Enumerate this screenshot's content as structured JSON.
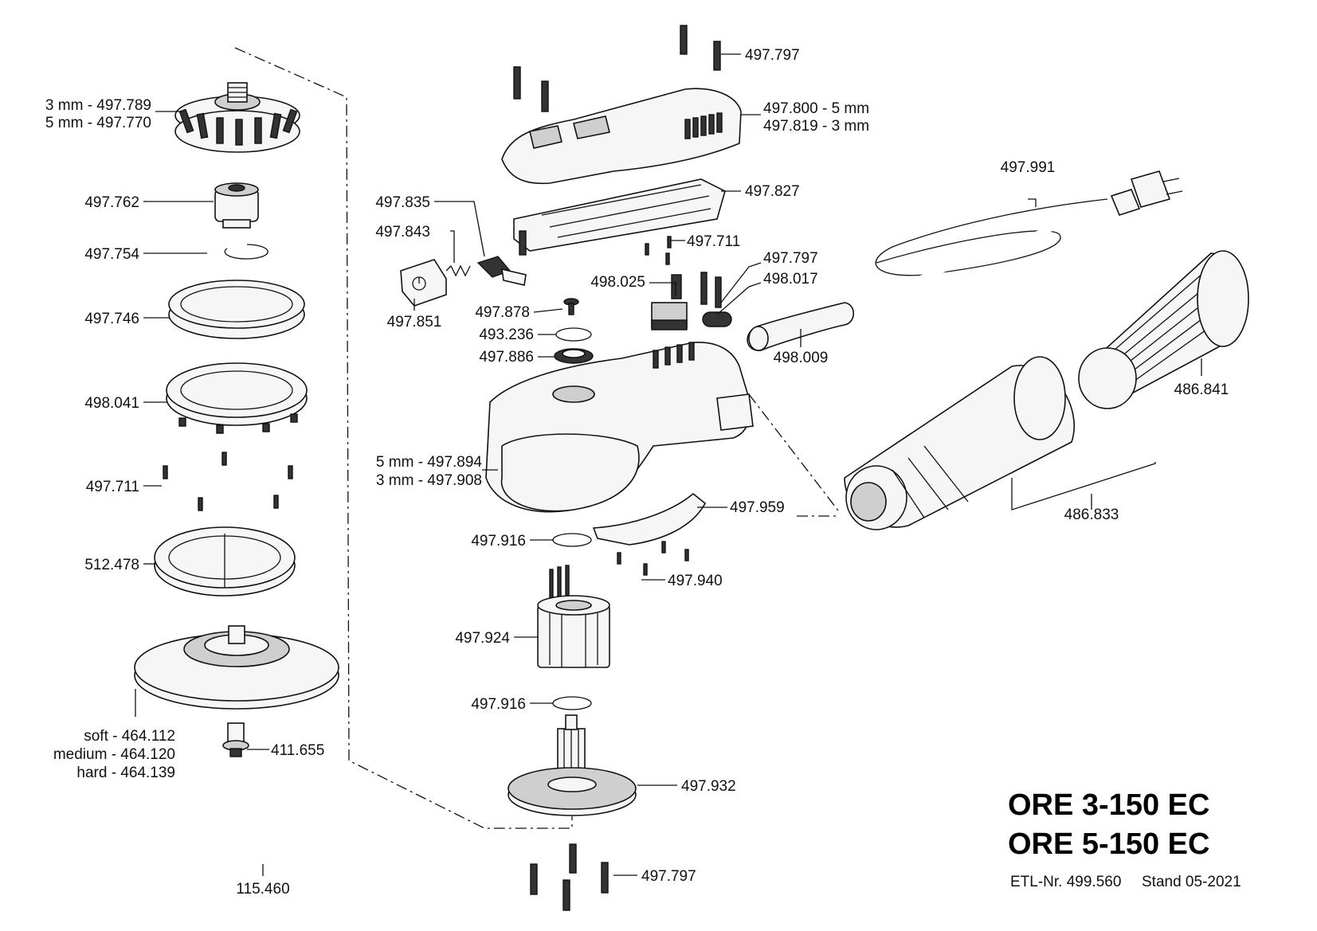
{
  "title": {
    "line1": "ORE 3-150 EC",
    "line2": "ORE 5-150 EC",
    "etl": "ETL-Nr. 499.560",
    "stand": "Stand 05-2021"
  },
  "labels": {
    "fan_3mm": "3 mm - 497.789",
    "fan_5mm": "5 mm - 497.770",
    "p497762": "497.762",
    "p497754": "497.754",
    "p497746": "497.746",
    "p498041": "498.041",
    "p497711_left": "497.711",
    "p512478": "512.478",
    "pad_soft": "soft - 464.112",
    "pad_medium": "medium - 464.120",
    "pad_hard": "hard - 464.139",
    "p411655": "411.655",
    "p115460": "115.460",
    "p497797_top": "497.797",
    "cover_5mm": "497.800 - 5 mm",
    "cover_3mm": "497.819 - 3 mm",
    "p497827": "497.827",
    "p497835": "497.835",
    "p497843": "497.843",
    "p497851": "497.851",
    "p497711_mid": "497.711",
    "p497797_mid": "497.797",
    "p498017": "498.017",
    "p498025": "498.025",
    "p497878": "497.878",
    "p493236": "493.236",
    "p497886": "497.886",
    "p498009": "498.009",
    "housing_5mm": "5 mm - 497.894",
    "housing_3mm": "3 mm - 497.908",
    "p497959": "497.959",
    "p497916_a": "497.916",
    "p497940": "497.940",
    "p497924": "497.924",
    "p497916_b": "497.916",
    "p497932": "497.932",
    "p497797_bottom": "497.797",
    "p497991": "497.991",
    "p486841": "486.841",
    "p486833": "486.833"
  }
}
